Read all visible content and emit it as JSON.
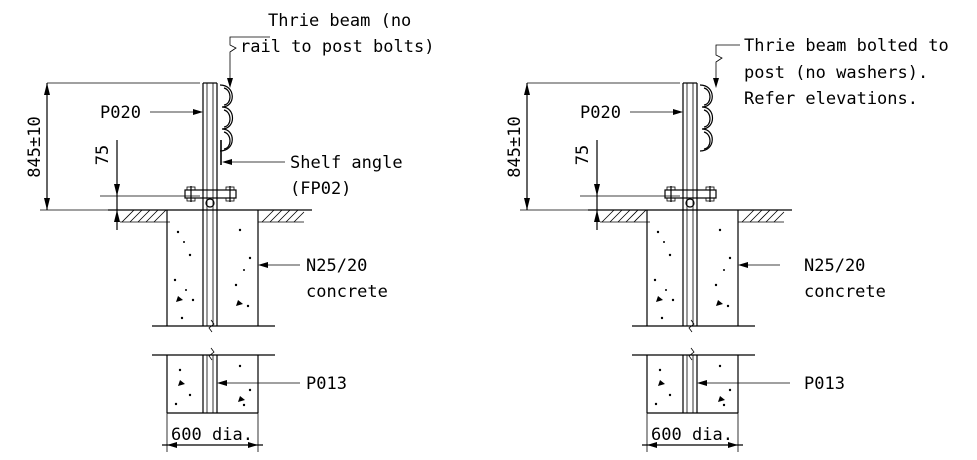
{
  "details": [
    {
      "post_label": "P020",
      "beam_note_lines": [
        "Thrie beam (no",
        "rail to post bolts)"
      ],
      "shelf_angle_lines": [
        "Shelf angle",
        "(FP02)"
      ],
      "concrete_lines": [
        "N25/20",
        "concrete"
      ],
      "footing_post_label": "P013",
      "height_dim": "845±10",
      "offset_dim": "75",
      "diameter_dim": "600 dia."
    },
    {
      "post_label": "P020",
      "beam_note_lines": [
        "Thrie beam bolted to",
        "post (no washers).",
        "Refer elevations."
      ],
      "concrete_lines": [
        "N25/20",
        "concrete"
      ],
      "footing_post_label": "P013",
      "height_dim": "845±10",
      "offset_dim": "75",
      "diameter_dim": "600 dia."
    }
  ]
}
